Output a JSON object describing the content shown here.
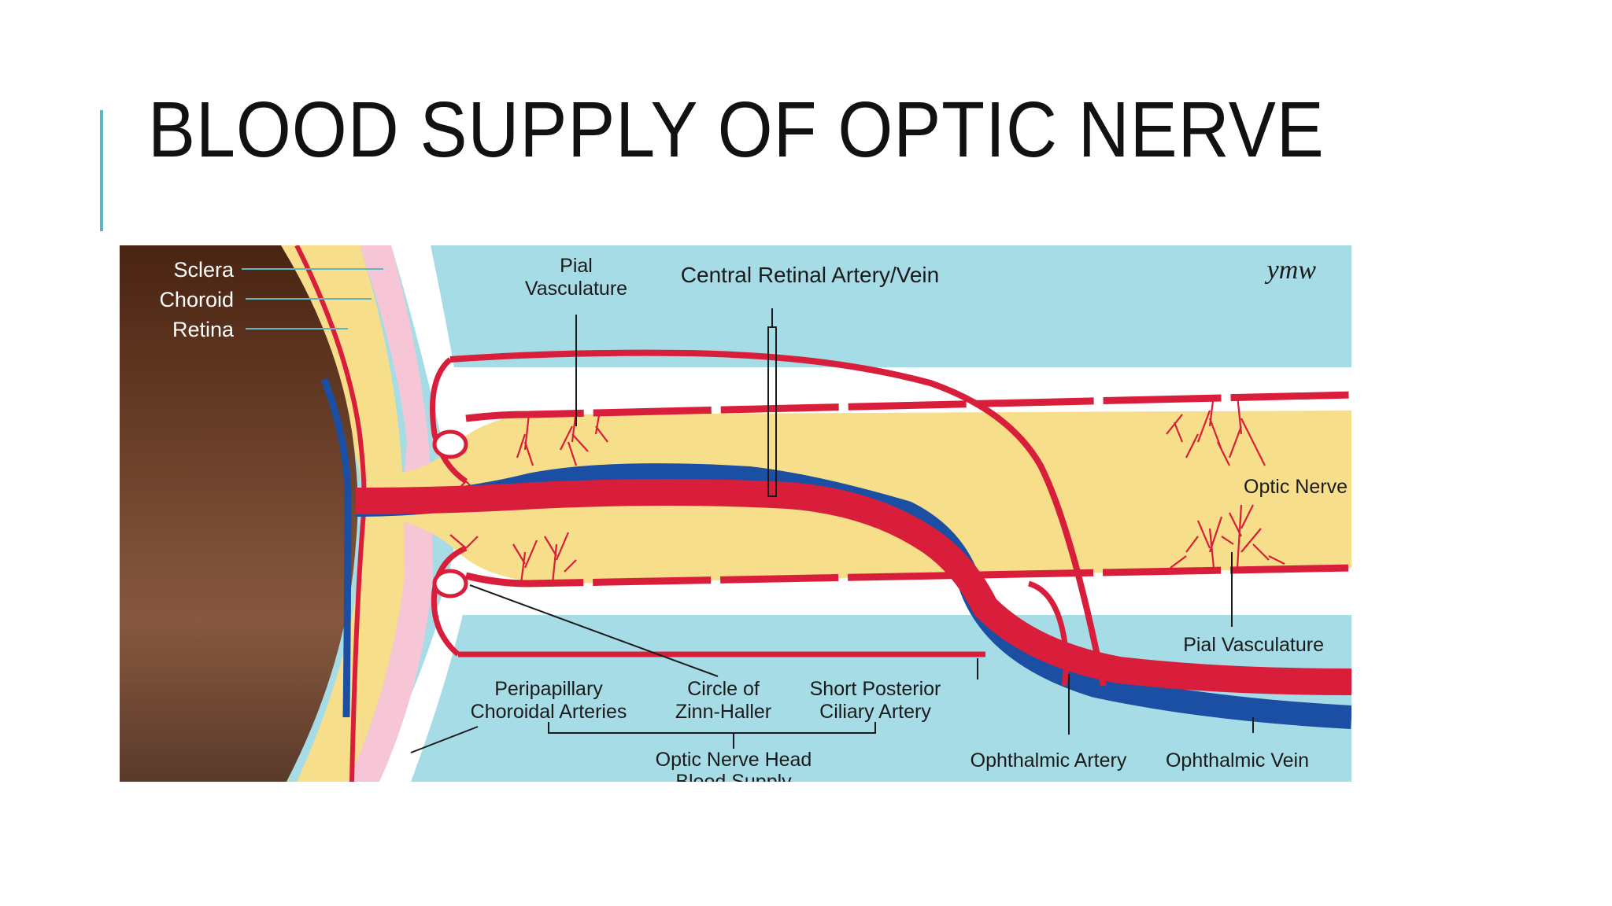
{
  "slide": {
    "title": "BLOOD SUPPLY OF OPTIC NERVE"
  },
  "diagram": {
    "signature": "ymw",
    "labels": {
      "sclera": "Sclera",
      "choroid": "Choroid",
      "retina": "Retina",
      "pial_vasculature_top_line1": "Pial",
      "pial_vasculature_top_line2": "Vasculature",
      "central_retinal": "Central Retinal Artery/Vein",
      "optic_nerve": "Optic Nerve",
      "pial_vasculature_bottom": "Pial Vasculature",
      "peripapillary_line1": "Peripapillary",
      "peripapillary_line2": "Choroidal Arteries",
      "circle_line1": "Circle of",
      "circle_line2": "Zinn-Haller",
      "short_posterior_line1": "Short Posterior",
      "short_posterior_line2": "Ciliary Artery",
      "optic_nerve_head_line1": "Optic Nerve Head",
      "optic_nerve_head_line2": "Blood Supply",
      "ophthalmic_artery": "Ophthalmic Artery",
      "ophthalmic_vein": "Ophthalmic Vein"
    },
    "colors": {
      "background": "#a6dce6",
      "nerve": "#f7de8a",
      "sheath": "#ffffff",
      "artery": "#d81e3a",
      "vein": "#1a4fa3",
      "choroid_layer": "#f6c6d6",
      "globe": "#5a3520",
      "accent": "#5fb5c0"
    }
  }
}
